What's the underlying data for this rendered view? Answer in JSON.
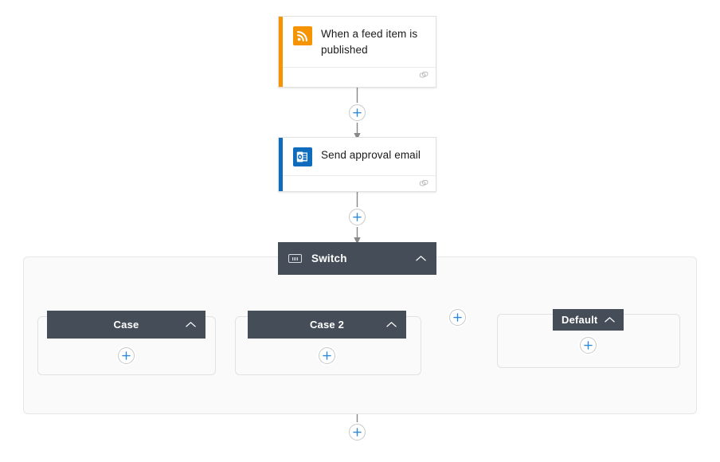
{
  "canvas": {
    "background": "#ffffff",
    "accent_blue": "#0f6cbd",
    "plus_blue": "#2b88d8",
    "dark_header": "#454e58",
    "rss_orange": "#f59300",
    "outlook_blue": "#0f6cbd",
    "scope_fill": "#fafafa",
    "scope_border": "#e6e6e6",
    "connector_gray": "#8a8886"
  },
  "flow": {
    "trigger": {
      "title": "When a feed item is published",
      "icon": "rss-icon",
      "accent_color": "#f59300",
      "footer_icon": "connector-icon"
    },
    "action": {
      "title": "Send approval email",
      "icon": "outlook-icon",
      "accent_color": "#0f6cbd",
      "footer_icon": "connector-icon"
    },
    "switch": {
      "label": "Switch",
      "icon": "switch-icon",
      "collapse_icon": "chevron-up-icon",
      "cases": [
        {
          "label": "Case",
          "collapse_icon": "chevron-up-icon",
          "add_label": "+"
        },
        {
          "label": "Case 2",
          "collapse_icon": "chevron-up-icon",
          "add_label": "+"
        }
      ],
      "default_case": {
        "label": "Default",
        "collapse_icon": "chevron-up-icon",
        "add_label": "+"
      },
      "add_case_button": {
        "name": "add-case-button",
        "label": "+"
      }
    },
    "add_buttons": {
      "after_trigger": "+",
      "after_action": "+",
      "after_switch": "+"
    }
  }
}
